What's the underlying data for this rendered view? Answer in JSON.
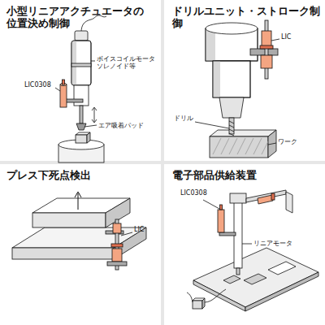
{
  "diagram": {
    "labels": [
      "小型リニアアクチュエータの 位置決め制御",
      "LIC0308",
      "ボイスコイルモータ ソレノイド等",
      "エア吸着パッド",
      "ドリルユニット・ストローク制御",
      "LIC",
      "ドリル",
      "ワーク",
      "プレス下死点検出",
      "LIC",
      "電子部品供給装置",
      "LIC0308",
      "リニアモータ"
    ]
  }
}
